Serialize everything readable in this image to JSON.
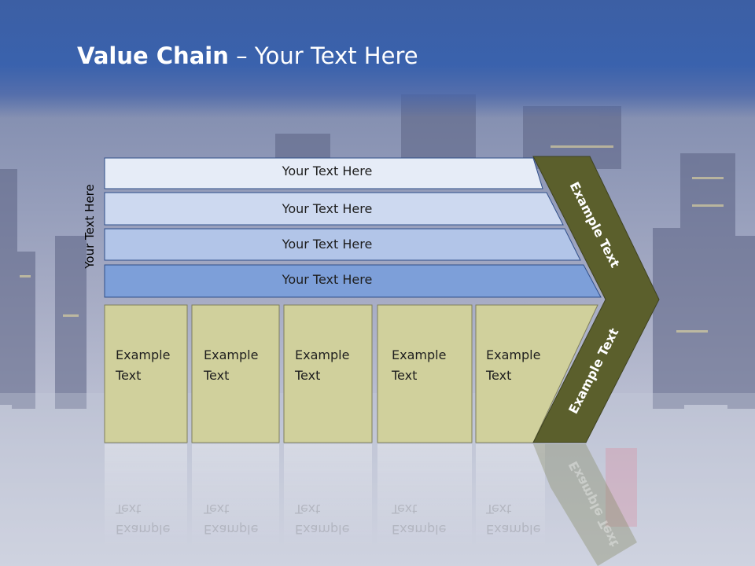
{
  "slide": {
    "title_bold": "Value Chain",
    "title_rest": " – Your Text Here"
  },
  "diagram": {
    "side_label": "Your Text Here",
    "rows": [
      {
        "label": "Your Text Here",
        "fill": "#e6ecf7"
      },
      {
        "label": "Your Text Here",
        "fill": "#cdd9f0"
      },
      {
        "label": "Your Text Here",
        "fill": "#b2c5e8"
      },
      {
        "label": "Your Text Here",
        "fill": "#7d9fd9"
      }
    ],
    "boxes": [
      {
        "line1": "Example",
        "line2": "Text"
      },
      {
        "line1": "Example",
        "line2": "Text"
      },
      {
        "line1": "Example",
        "line2": "Text"
      },
      {
        "line1": "Example",
        "line2": "Text"
      },
      {
        "line1": "Example",
        "line2": "Text"
      }
    ],
    "box_fill": "#d0d09c",
    "chevron_fill": "#5b5f2c",
    "chevron_upper_text": "Example Text",
    "chevron_lower_text": "Example Text"
  }
}
